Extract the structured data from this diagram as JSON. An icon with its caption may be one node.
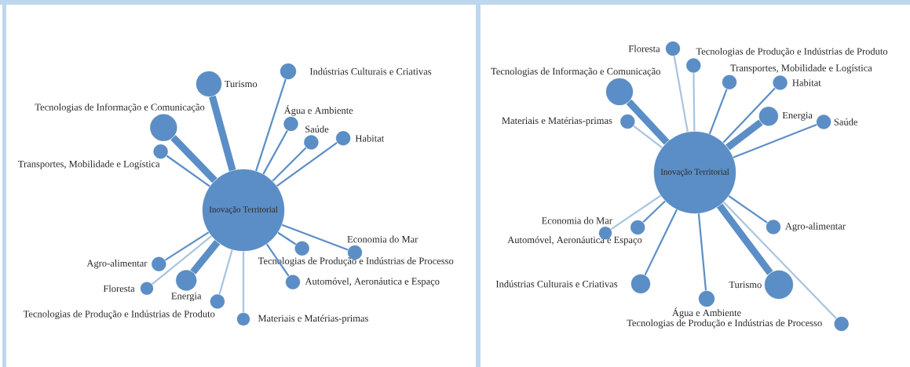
{
  "diagram": {
    "nodes": [
      {
        "text": [
          "Inovação Territorial"
        ]
      },
      {
        "text": [
          "Turismo"
        ]
      },
      {
        "text": [
          "Indústrias Culturais e Criativas"
        ]
      },
      {
        "text": [
          "Tecnologias de Informação e Comunicação"
        ]
      },
      {
        "text": [
          "Saúde"
        ]
      },
      {
        "text": [
          "Água e Ambiente"
        ]
      },
      {
        "text": [
          "Transportes, Mobilidade e Logística"
        ]
      },
      {
        "text": [
          "Habitat"
        ]
      },
      {
        "text": [
          "Agro-alimentar"
        ]
      },
      {
        "text": [
          "Tecnologias de Produção e Indústrias de Processo"
        ]
      },
      {
        "text": [
          "Floresta"
        ]
      },
      {
        "text": [
          "Tecnologias de Produção e Indústrias de Produto"
        ]
      },
      {
        "text": [
          "Economia do Mar"
        ]
      },
      {
        "text": [
          "Energia"
        ]
      },
      {
        "text": [
          "Automóvel, Aeronáutica e Espaço"
        ]
      },
      {
        "text": [
          "Materiais e Matérias-primas"
        ]
      },
      {
        "text": [
          "Inovação Territorial"
        ]
      },
      {
        "text": [
          "Floresta"
        ]
      },
      {
        "text": [
          "Transportes, Mobilidade e Logística"
        ]
      },
      {
        "text": [
          "Tecnologias de Informação e Comunicação"
        ]
      },
      {
        "text": [
          "Habitat"
        ]
      },
      {
        "text": [
          "Tecnologias de Produção e Indústrias de Produto"
        ]
      },
      {
        "text": [
          "Energia"
        ]
      },
      {
        "text": [
          "Materiais e Matérias-primas"
        ]
      },
      {
        "text": [
          "Saúde"
        ]
      },
      {
        "text": [
          "Agro-alimentar"
        ]
      },
      {
        "text": [
          "Automóvel, Aeronáutica e Espaço"
        ]
      },
      {
        "text": [
          "Economia do Mar"
        ]
      },
      {
        "text": [
          "Tecnologias de Produção e Indústrias de Processo"
        ]
      },
      {
        "text": [
          "Indústrias Culturais e Criativas"
        ]
      },
      {
        "text": [
          "Água e Ambiente"
        ]
      },
      {
        "text": [
          "Turismo"
        ]
      }
    ],
    "edges": [
      {
        "from": 0,
        "to": 1,
        "arrow": "none",
        "style": "thick"
      },
      {
        "from": 0,
        "to": 2,
        "arrow": "none"
      },
      {
        "from": 0,
        "to": 3,
        "arrow": "none",
        "style": "thick"
      },
      {
        "from": 0,
        "to": 4,
        "arrow": "none"
      },
      {
        "from": 0,
        "to": 5,
        "arrow": "none"
      },
      {
        "from": 0,
        "to": 6,
        "arrow": "none"
      },
      {
        "from": 0,
        "to": 7,
        "arrow": "none"
      },
      {
        "from": 0,
        "to": 8,
        "arrow": "none"
      },
      {
        "from": 0,
        "to": 9,
        "arrow": "none"
      },
      {
        "from": 0,
        "to": 10,
        "arrow": "none",
        "color": "#a9c3e0"
      },
      {
        "from": 0,
        "to": 11,
        "arrow": "none",
        "color": "#a9c3e0"
      },
      {
        "from": 0,
        "to": 12,
        "arrow": "none"
      },
      {
        "from": 0,
        "to": 13,
        "arrow": "none",
        "style": "thick"
      },
      {
        "from": 0,
        "to": 14,
        "arrow": "none"
      },
      {
        "from": 0,
        "to": 15,
        "arrow": "none",
        "color": "#a9c3e0"
      },
      {
        "from": 16,
        "to": 17,
        "arrow": "none",
        "color": "#a9c3e0"
      },
      {
        "from": 16,
        "to": 18,
        "arrow": "none"
      },
      {
        "from": 16,
        "to": 19,
        "arrow": "none",
        "style": "thick"
      },
      {
        "from": 16,
        "to": 20,
        "arrow": "none"
      },
      {
        "from": 16,
        "to": 21,
        "arrow": "none",
        "color": "#a9c3e0"
      },
      {
        "from": 16,
        "to": 22,
        "arrow": "none",
        "style": "thick"
      },
      {
        "from": 16,
        "to": 23,
        "arrow": "none",
        "color": "#a9c3e0"
      },
      {
        "from": 16,
        "to": 24,
        "arrow": "none"
      },
      {
        "from": 16,
        "to": 25,
        "arrow": "none"
      },
      {
        "from": 16,
        "to": 26,
        "arrow": "none"
      },
      {
        "from": 16,
        "to": 27,
        "arrow": "none",
        "color": "#a9c3e0"
      },
      {
        "from": 16,
        "to": 28,
        "arrow": "none",
        "color": "#a9c3e0"
      },
      {
        "from": 16,
        "to": 29,
        "arrow": "none"
      },
      {
        "from": 16,
        "to": 30,
        "arrow": "none"
      },
      {
        "from": 16,
        "to": 31,
        "arrow": "none",
        "style": "thick"
      }
    ]
  }
}
